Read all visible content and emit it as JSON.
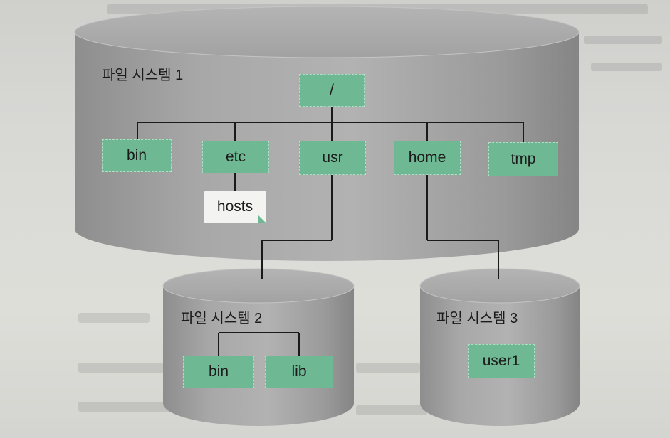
{
  "diagram": {
    "filesystems": [
      {
        "id": "fs1",
        "title": "파일 시스템 1"
      },
      {
        "id": "fs2",
        "title": "파일 시스템 2"
      },
      {
        "id": "fs3",
        "title": "파일 시스템 3"
      }
    ],
    "nodes": {
      "root": "/",
      "bin": "bin",
      "etc": "etc",
      "usr": "usr",
      "home": "home",
      "tmp": "tmp",
      "hosts": "hosts",
      "fs2_bin": "bin",
      "fs2_lib": "lib",
      "user1": "user1"
    },
    "colors": {
      "node_fill": "#6fb894",
      "cylinder_fill": "#9c9c9c",
      "connector": "#1a1a1a",
      "file_fill": "#f3f3f1"
    }
  }
}
